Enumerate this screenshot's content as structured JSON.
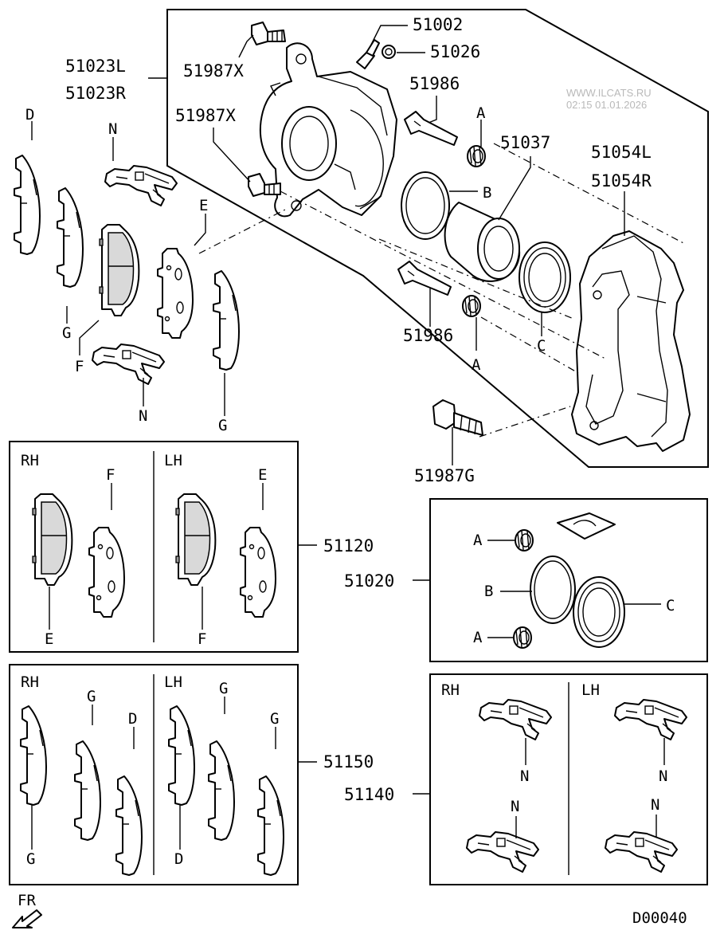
{
  "watermark": {
    "site": "WWW.ILCATS.RU",
    "datetime": "02:15 01.01.2026"
  },
  "diagram_code": "D00040",
  "fr_label": "FR",
  "part_numbers": {
    "caliper_left": "51023L",
    "caliper_right": "51023R",
    "bleeder_screw": "51002",
    "bleeder_cap": "51026",
    "bolt_x_top": "51987X",
    "bolt_x_mid": "51987X",
    "guide_pin_upper": "51986",
    "guide_pin_lower": "51986",
    "piston": "51037",
    "support_left": "51054L",
    "support_right": "51054R",
    "bolt_g": "51987G",
    "pad_set": "51120",
    "seal_kit": "51020",
    "shim_kit": "51150",
    "clip_kit": "51140"
  },
  "refs": {
    "A": "A",
    "B": "B",
    "C": "C",
    "D": "D",
    "E": "E",
    "F": "F",
    "G": "G",
    "N": "N"
  },
  "sides": {
    "rh": "RH",
    "lh": "LH"
  }
}
